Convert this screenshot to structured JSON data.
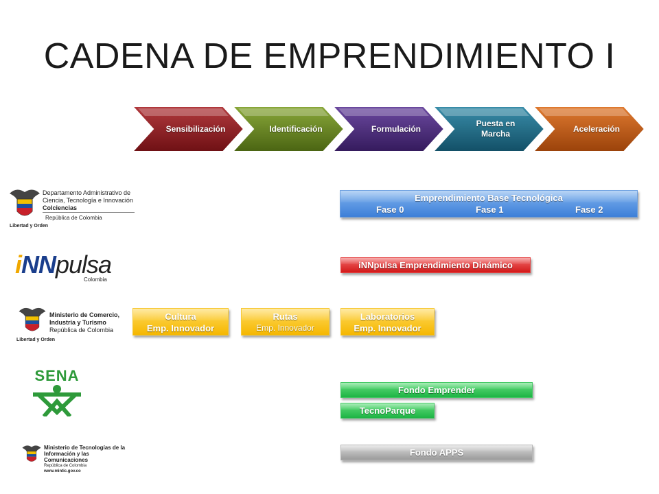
{
  "slide": {
    "title": "CADENA DE EMPRENDIMIENTO I"
  },
  "stages": [
    {
      "label": "Sensibilización",
      "color": "#8a1a1e"
    },
    {
      "label": "Identificación",
      "color": "#5e7d1a"
    },
    {
      "label": "Formulación",
      "color": "#4a2a78"
    },
    {
      "label": "Puesta en Marcha",
      "color": "#1f6a85"
    },
    {
      "label": "Aceleración",
      "color": "#c05a12"
    }
  ],
  "institutions": {
    "colciencias": {
      "lines": [
        "Departamento Administrativo de",
        "Ciencia, Tecnología e Innovación",
        "Colciencias"
      ],
      "sub": "República de Colombia",
      "motto": "Libertad y Orden"
    },
    "innpulsa": {
      "brand_i": "i",
      "brand_nn": "NN",
      "brand_pulsa": "pulsa",
      "country": "Colombia"
    },
    "mincomercio": {
      "lines": [
        "Ministerio de Comercio,",
        "Industria y Turismo"
      ],
      "sub": "República de Colombia",
      "motto": "Libertad y Orden"
    },
    "sena": {
      "name": "SENA"
    },
    "mintic": {
      "lines": [
        "Ministerio de Tecnologías de la",
        "Información y las Comunicaciones"
      ],
      "sub": "República de Colombia",
      "url": "www.mintic.gov.co"
    }
  },
  "programs": {
    "ebt": {
      "title": "Emprendimiento Base Tecnológica",
      "phases": [
        "Fase 0",
        "Fase 1",
        "Fase 2"
      ]
    },
    "innpulsa": {
      "label": "iNNpulsa Emprendimiento Dinámico"
    },
    "cultura": {
      "line1": "Cultura",
      "line2": "Emp. Innovador"
    },
    "rutas": {
      "line1": "Rutas",
      "line2": "Emp. Innovador"
    },
    "laboratorios": {
      "line1": "Laboratorios",
      "line2": "Emp. Innovador"
    },
    "fondo_emprender": {
      "label": "Fondo Emprender"
    },
    "tecnoparque": {
      "label": "TecnoParque"
    },
    "fondo_apps": {
      "label": "Fondo APPS"
    }
  }
}
